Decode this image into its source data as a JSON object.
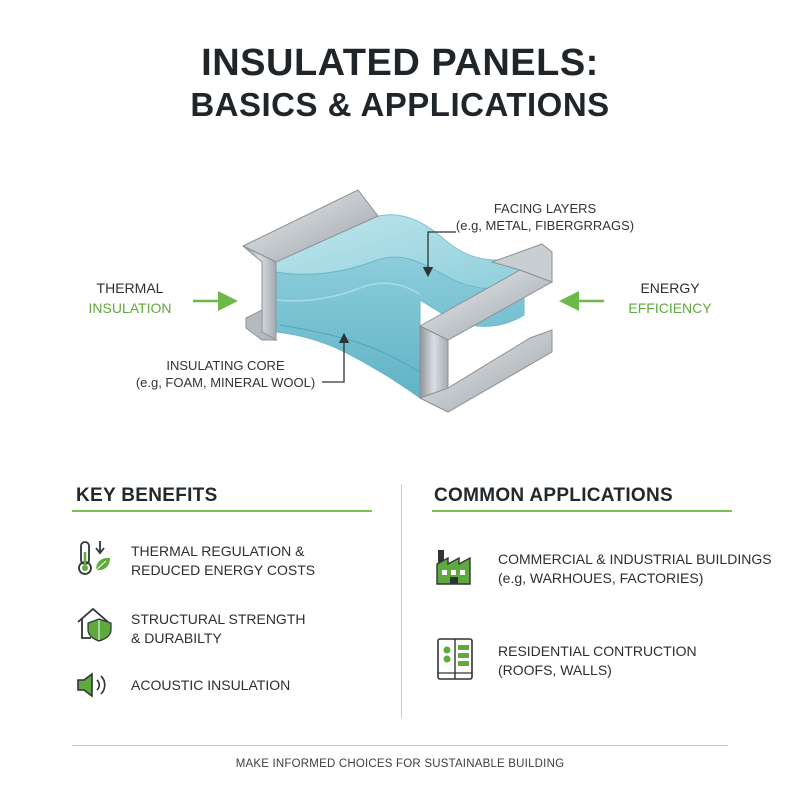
{
  "title": {
    "line1": "INSULATED PANELS:",
    "line2": "BASICS & APPLICATIONS"
  },
  "diagram": {
    "facing_layers": {
      "line1": "FACING LAYERS",
      "line2": "(e.g, METAL, FIBERGRRAGS)"
    },
    "insulating_core": {
      "line1": "INSULATING CORE",
      "line2": "(e.g, FOAM, MINERAL WOOL)"
    },
    "left_label": {
      "line1": "THERMAL",
      "line2": "INSULATION"
    },
    "right_label": {
      "line1": "ENERGY",
      "line2": "EFFICIENCY"
    },
    "colors": {
      "accent_green": "#5eaa3c",
      "core": "#8fd0dc",
      "metal": "#b9bfc4"
    }
  },
  "benefits": {
    "heading": "KEY BENEFITS",
    "items": [
      {
        "icon": "thermometer-leaf-icon",
        "line1": "THERMAL REGULATION &",
        "line2": "REDUCED ENERGY COSTS"
      },
      {
        "icon": "house-shield-icon",
        "line1": "STRUCTURAL STRENGTH",
        "line2": "& DURABILTY"
      },
      {
        "icon": "speaker-icon",
        "line1": "ACOUSTIC INSULATION",
        "line2": ""
      }
    ]
  },
  "applications": {
    "heading": "COMMON APPLICATIONS",
    "items": [
      {
        "icon": "factory-icon",
        "line1": "COMMERCIAL & INDUSTRIAL BUILDINGS",
        "line2": "(e.g, WARHOUES, FACTORIES)"
      },
      {
        "icon": "residential-panel-icon",
        "line1": "RESIDENTIAL CONTRUCTION",
        "line2": "(ROOFS, WALLS)"
      }
    ]
  },
  "footer": "MAKE INFORMED CHOICES FOR SUSTAINABLE BUILDING"
}
